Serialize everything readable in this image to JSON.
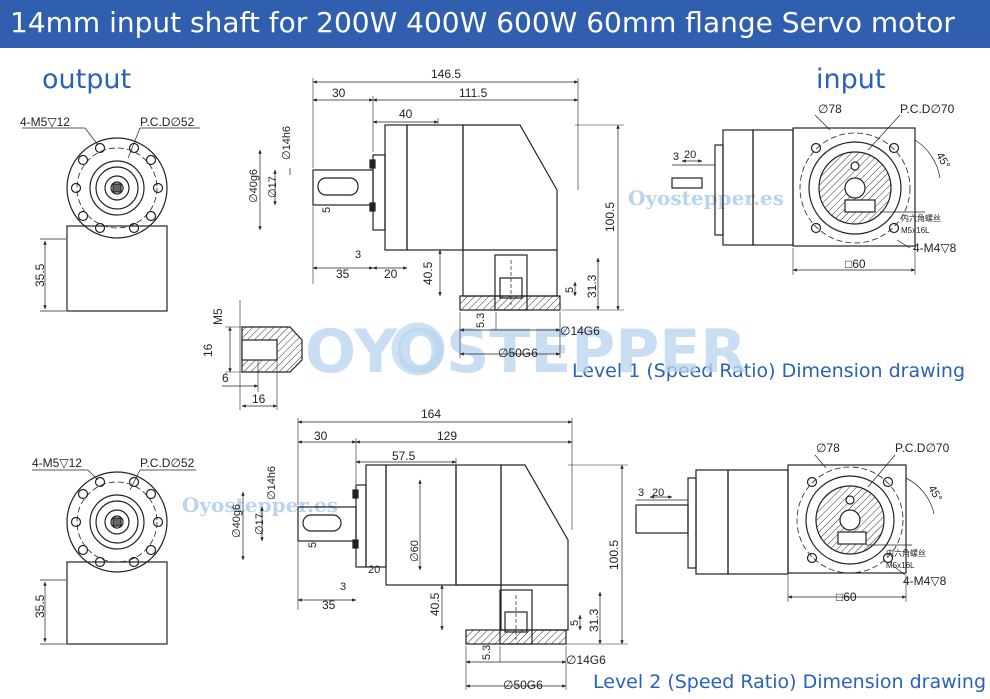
{
  "title": "14mm input shaft for 200W 400W 600W 60mm flange Servo motor",
  "labels": {
    "output": "output",
    "input": "input",
    "level1_caption": "Level 1 (Speed Ratio) Dimension drawing",
    "level2_caption": "Level 2 (Speed Ratio) Dimension drawing"
  },
  "watermarks": {
    "large": "OYOSTEPPER",
    "small": "Oyostepper.es"
  },
  "colors": {
    "banner": "#2f5fae",
    "caption": "#2a62b8",
    "line": "#222222",
    "watermark": "#9fc3e6"
  },
  "level1": {
    "output_view": {
      "bolt": "4-M5▽12",
      "pcd": "P.C.D∅52",
      "height": "35.5"
    },
    "side_view": {
      "total_length": "146.5",
      "length_a": "30",
      "length_b": "111.5",
      "length_c": "40",
      "shaft_dia": "∅14h6",
      "spigot_dia": "∅40g6",
      "key_dia": "∅17",
      "key_w": "5",
      "d3": "3",
      "d35": "35",
      "d20": "20",
      "d40_5": "40.5",
      "d100_5": "100.5",
      "d31_3": "31.3",
      "d5": "5",
      "d5_3": "5.3",
      "bore": "∅14G6",
      "base": "∅50G6"
    },
    "input_view": {
      "dia78": "∅78",
      "pcd": "P.C.D∅70",
      "angle": "45°",
      "note_cn": "内六角螺丝",
      "note_size": "M5x16L",
      "bolt": "4-M4▽8",
      "square": "□60",
      "d3": "3",
      "d20": "20"
    },
    "detail": {
      "m5": "M5",
      "d16": "16",
      "d6": "6",
      "d16b": "16"
    }
  },
  "level2": {
    "output_view": {
      "bolt": "4-M5▽12",
      "pcd": "P.C.D∅52",
      "height": "35.5"
    },
    "side_view": {
      "total_length": "164",
      "length_a": "30",
      "length_b": "129",
      "length_c": "57.5",
      "shaft_dia": "∅14h6",
      "spigot_dia": "∅40g6",
      "key_dia": "∅17",
      "key_w": "5",
      "mid_dia": "∅60",
      "d20": "20",
      "d3": "3",
      "d35": "35",
      "d40_5": "40.5",
      "d100_5": "100.5",
      "d31_3": "31.3",
      "d5": "5",
      "d5_3": "5.3",
      "bore": "∅14G6",
      "base": "∅50G6"
    },
    "input_view": {
      "dia78": "∅78",
      "pcd": "P.C.D∅70",
      "angle": "45°",
      "note_cn": "内六角螺丝",
      "note_size": "M5x16L",
      "bolt": "4-M4▽8",
      "square": "□60",
      "d3": "3",
      "d20": "20"
    }
  }
}
